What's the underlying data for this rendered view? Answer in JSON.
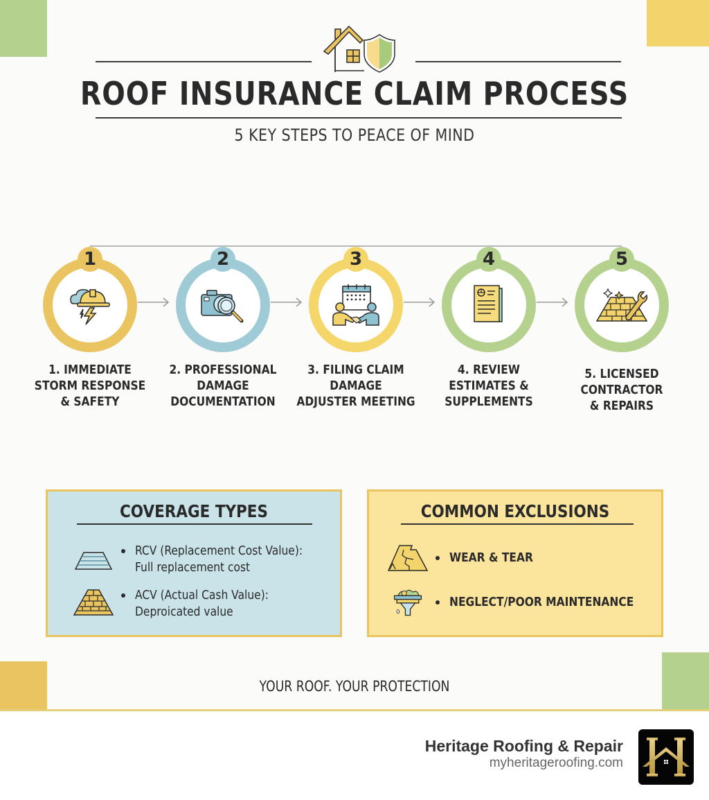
{
  "header": {
    "title": "ROOF INSURANCE CLAIM PROCESS",
    "subtitle": "5 KEY STEPS TO PEACE OF MIND",
    "icon": "house-shield-icon"
  },
  "steps": [
    {
      "number": "1",
      "label": "1. IMMEDIATE\nSTORM RESPONSE\n& SAFETY",
      "icon": "hardhat-storm-icon",
      "color": "#ebc462"
    },
    {
      "number": "2",
      "label": "2. PROFESSIONAL\nDAMAGE\nDOCUMENTATION",
      "icon": "camera-magnifier-icon",
      "color": "#9ecbd6"
    },
    {
      "number": "3",
      "label": "3. FILING CLAIM\nDAMAGE\nADJUSTER MEETING",
      "icon": "calendar-handshake-icon",
      "color": "#f5d66a"
    },
    {
      "number": "4",
      "label": "4. REVIEW\nESTIMATES &\nSUPPLEMENTS",
      "icon": "document-estimate-icon",
      "color": "#b5d18e"
    },
    {
      "number": "5",
      "label": "5. LICENSED\nCONTRACTOR\n& REPAIRS",
      "icon": "roof-wrench-icon",
      "color": "#b5d18e"
    }
  ],
  "coverage": {
    "title": "COVERAGE TYPES",
    "items": [
      {
        "line1": "RCV (Replacement Cost Value):",
        "line2": "Full replacement cost",
        "icon": "new-roof-icon"
      },
      {
        "line1": "ACV (Actual Cash Value):",
        "line2": "Deproicated value",
        "icon": "worn-roof-icon"
      }
    ]
  },
  "exclusions": {
    "title": "COMMON EXCLUSIONS",
    "items": [
      {
        "text": "WEAR & TEAR",
        "icon": "cracked-roof-icon"
      },
      {
        "text": "NEGLECT/POOR MAINTENANCE",
        "icon": "clogged-gutter-icon"
      }
    ]
  },
  "tagline": "YOUR ROOF. YOUR PROTECTION",
  "brand": {
    "name": "Heritage Roofing & Repair",
    "url": "myheritageroofing.com",
    "logo": "heritage-h-house-logo"
  },
  "colors": {
    "green": "#b5d18e",
    "yellow": "#f3d46c",
    "gold": "#ebc462",
    "blue": "#9ecbd6",
    "coverage_bg": "#c9e3e8",
    "exclusions_bg": "#fbe49b"
  }
}
